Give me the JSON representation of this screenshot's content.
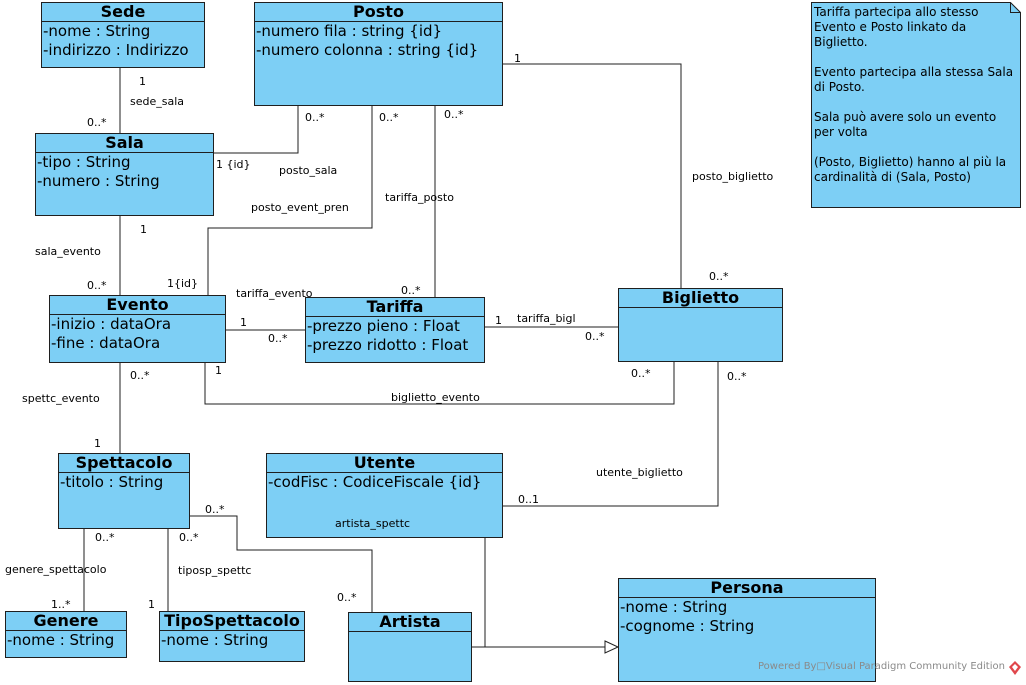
{
  "classes": {
    "sede": {
      "name": "Sede",
      "attrs": [
        "-nome : String",
        "-indirizzo : Indirizzo"
      ]
    },
    "posto": {
      "name": "Posto",
      "attrs": [
        "-numero fila : string {id}",
        "-numero colonna : string {id}"
      ]
    },
    "sala": {
      "name": "Sala",
      "attrs": [
        "-tipo : String",
        "-numero : String"
      ]
    },
    "evento": {
      "name": "Evento",
      "attrs": [
        "-inizio : dataOra",
        "-fine : dataOra"
      ]
    },
    "tariffa": {
      "name": "Tariffa",
      "attrs": [
        "-prezzo pieno : Float",
        "-prezzo ridotto : Float"
      ]
    },
    "biglietto": {
      "name": "Biglietto",
      "attrs": []
    },
    "spettacolo": {
      "name": "Spettacolo",
      "attrs": [
        "-titolo : String"
      ]
    },
    "utente": {
      "name": "Utente",
      "attrs": [
        "-codFisc : CodiceFiscale {id}"
      ]
    },
    "genere": {
      "name": "Genere",
      "attrs": [
        "-nome : String"
      ]
    },
    "tipospettacolo": {
      "name": "TipoSpettacolo",
      "attrs": [
        "-nome : String"
      ]
    },
    "artista": {
      "name": "Artista",
      "attrs": []
    },
    "persona": {
      "name": "Persona",
      "attrs": [
        "-nome : String",
        "-cognome : String"
      ]
    }
  },
  "associations": {
    "sede_sala": {
      "name": "sede_sala",
      "end1": "1",
      "end2": "0..*"
    },
    "posto_sala": {
      "name": "posto_sala",
      "end1": "0..*",
      "end2": "1 {id}"
    },
    "posto_event_pren": {
      "name": "posto_event_pren",
      "end1": "0..*",
      "end2": "1{id}"
    },
    "tariffa_posto": {
      "name": "tariffa_posto",
      "end1": "0..*",
      "end2": "0..*"
    },
    "posto_biglietto": {
      "name": "posto_biglietto",
      "end1": "1",
      "end2": "0..*"
    },
    "sala_evento": {
      "name": "sala_evento",
      "end1": "1",
      "end2": "0..*"
    },
    "tariffa_evento": {
      "name": "tariffa_evento",
      "end1": "1",
      "end2": "0..*"
    },
    "tariffa_bigl": {
      "name": "tariffa_bigl",
      "end1": "1",
      "end2": "0..*"
    },
    "biglietto_evento": {
      "name": "biglietto_evento",
      "end1": "1",
      "end2": "0..*"
    },
    "spettc_evento": {
      "name": "spettc_evento",
      "end1": "0..*",
      "end2": "1"
    },
    "utente_biglietto": {
      "name": "utente_biglietto",
      "end1": "0..*",
      "end2": "0..1"
    },
    "artista_spettc": {
      "name": "artista_spettc",
      "end1": "0..*",
      "end2": "0..*"
    },
    "genere_spettacolo": {
      "name": "genere_spettacolo",
      "end1": "0..*",
      "end2": "1..*"
    },
    "tiposp_spettc": {
      "name": "tiposp_spettc",
      "end1": "0..*",
      "end2": "1"
    }
  },
  "note": {
    "text": "Tariffa partecipa allo stesso Evento e Posto linkato da Biglietto.\n\nEvento partecipa alla stessa Sala di Posto.\n\nSala può avere solo un evento per volta\n\n(Posto, Biglietto) hanno al più la cardinalità di (Sala, Posto)"
  },
  "footer": {
    "text": "Powered By□Visual Paradigm Community Edition"
  },
  "colors": {
    "class_fill": "#7dcff5",
    "line": "#1f1f1f",
    "note_fill": "#7dcff5",
    "logo": "#e0474c"
  }
}
